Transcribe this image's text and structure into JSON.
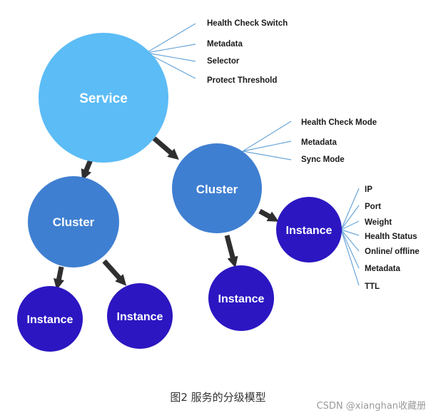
{
  "colors": {
    "service": "#5cbcf5",
    "cluster": "#3f7fd1",
    "instance": "#2b16c2",
    "arrow": "#2f2f2f",
    "line": "#6ba6d8",
    "label": "#1a1a1a",
    "node_text": "#ffffff"
  },
  "nodes": {
    "service": "Service",
    "cluster_left": "Cluster",
    "cluster_right": "Cluster",
    "instance_ll": "Instance",
    "instance_lr": "Instance",
    "instance_mid": "Instance",
    "instance_right": "Instance"
  },
  "attributes": {
    "service": [
      "Health Check Switch",
      "Metadata",
      "Selector",
      "Protect Threshold"
    ],
    "cluster": [
      "Health Check Mode",
      "Metadata",
      "Sync Mode"
    ],
    "instance": [
      "IP",
      "Port",
      "Weight",
      "Health Status",
      "Online/ offline",
      "Metadata",
      "TTL"
    ]
  },
  "caption": "图2 服务的分级模型",
  "watermark": "CSDN @xianghan收藏册"
}
